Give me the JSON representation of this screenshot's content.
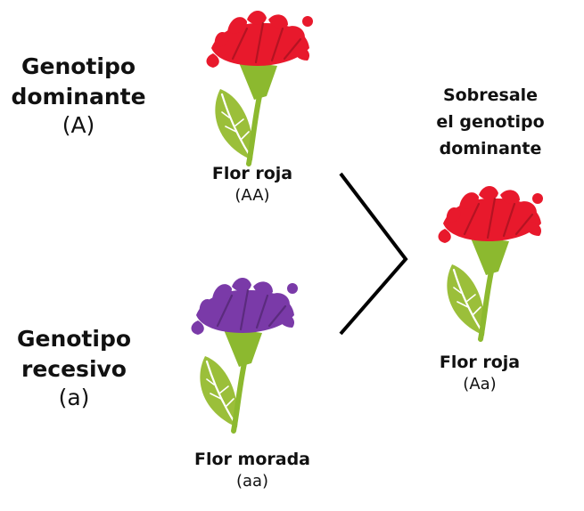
{
  "dominant": {
    "title_line1": "Genotipo",
    "title_line2": "dominante",
    "allele": "(A)"
  },
  "recessive": {
    "title_line1": "Genotipo",
    "title_line2": "recesivo",
    "allele": "(a)"
  },
  "flowers": {
    "red_parent": {
      "name": "Flor roja",
      "genotype": "(AA)",
      "color": "#e8192c"
    },
    "purple_parent": {
      "name": "Flor morada",
      "genotype": "(aa)",
      "color": "#7a3aa8"
    },
    "offspring": {
      "name": "Flor roja",
      "genotype": "(Aa)",
      "color": "#e8192c"
    }
  },
  "result_note": {
    "line1": "Sobresale",
    "line2": "el genotipo",
    "line3": "dominante"
  },
  "colors": {
    "stem": "#8cb92f",
    "leaf": "#9bbf3a",
    "leaf_vein": "#ffffff",
    "connector": "#000000"
  }
}
